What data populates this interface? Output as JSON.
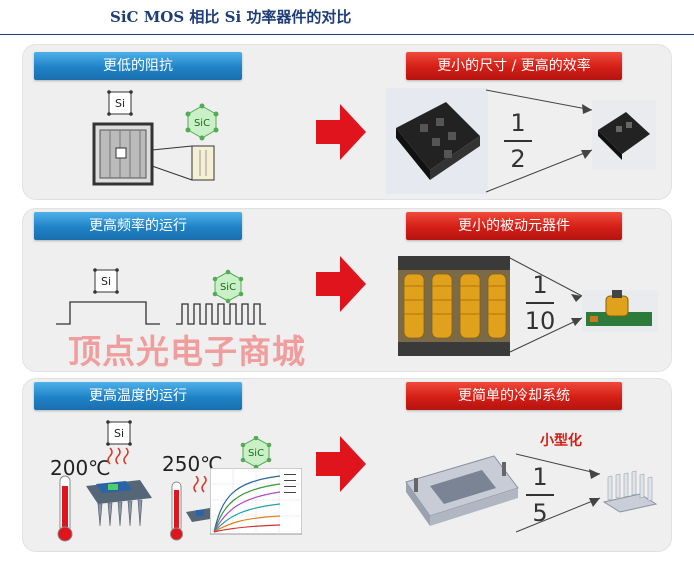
{
  "page": {
    "title": "SiC MOS 相比 Si 功率器件的对比",
    "watermark": "顶点光电子商城"
  },
  "rows": [
    {
      "left_label": "更低的阻抗",
      "right_label": "更小的尺寸 / 更高的效率",
      "fraction": {
        "numerator": "1",
        "denominator": "2"
      }
    },
    {
      "left_label": "更高频率的运行",
      "right_label": "更小的被动元器件",
      "fraction": {
        "numerator": "1",
        "denominator": "10"
      }
    },
    {
      "left_label": "更高温度的运行",
      "right_label": "更简单的冷却系统",
      "fraction": {
        "numerator": "1",
        "denominator": "5"
      },
      "annotation": "小型化"
    }
  ],
  "symbols": {
    "si": "Si",
    "sic": "SiC"
  },
  "temperatures": {
    "si": "200℃",
    "sic": "250℃"
  },
  "colors": {
    "title": "#1f3e78",
    "blue_label": "#1f82c6",
    "red_label": "#d41e16",
    "arrow": "#e0141c",
    "panel": "#efefef"
  },
  "icons": [
    "right-arrow-icon",
    "si-symbol-icon",
    "sic-hexagon-icon",
    "thermometer-icon",
    "heat-wave-icon"
  ]
}
